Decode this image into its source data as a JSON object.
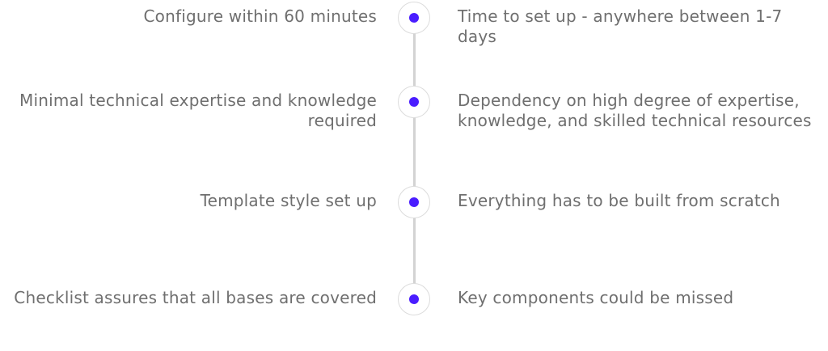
{
  "rows": [
    {
      "left": "Configure within 60 minutes",
      "right": "Time to set up - anywhere between 1-7 days"
    },
    {
      "left": "Minimal technical expertise and knowledge required",
      "right": "Dependency on high degree of expertise, knowledge, and skilled technical resources"
    },
    {
      "left": "Template style set up",
      "right": "Everything has to be built from scratch"
    },
    {
      "left": "Checklist assures that all bases are covered",
      "right": "Key components could be missed"
    }
  ],
  "colors": {
    "text": "#6f6f6f",
    "dot": "#4a1dff",
    "line": "#d3d3d3",
    "ring": "#dcdcdc"
  }
}
